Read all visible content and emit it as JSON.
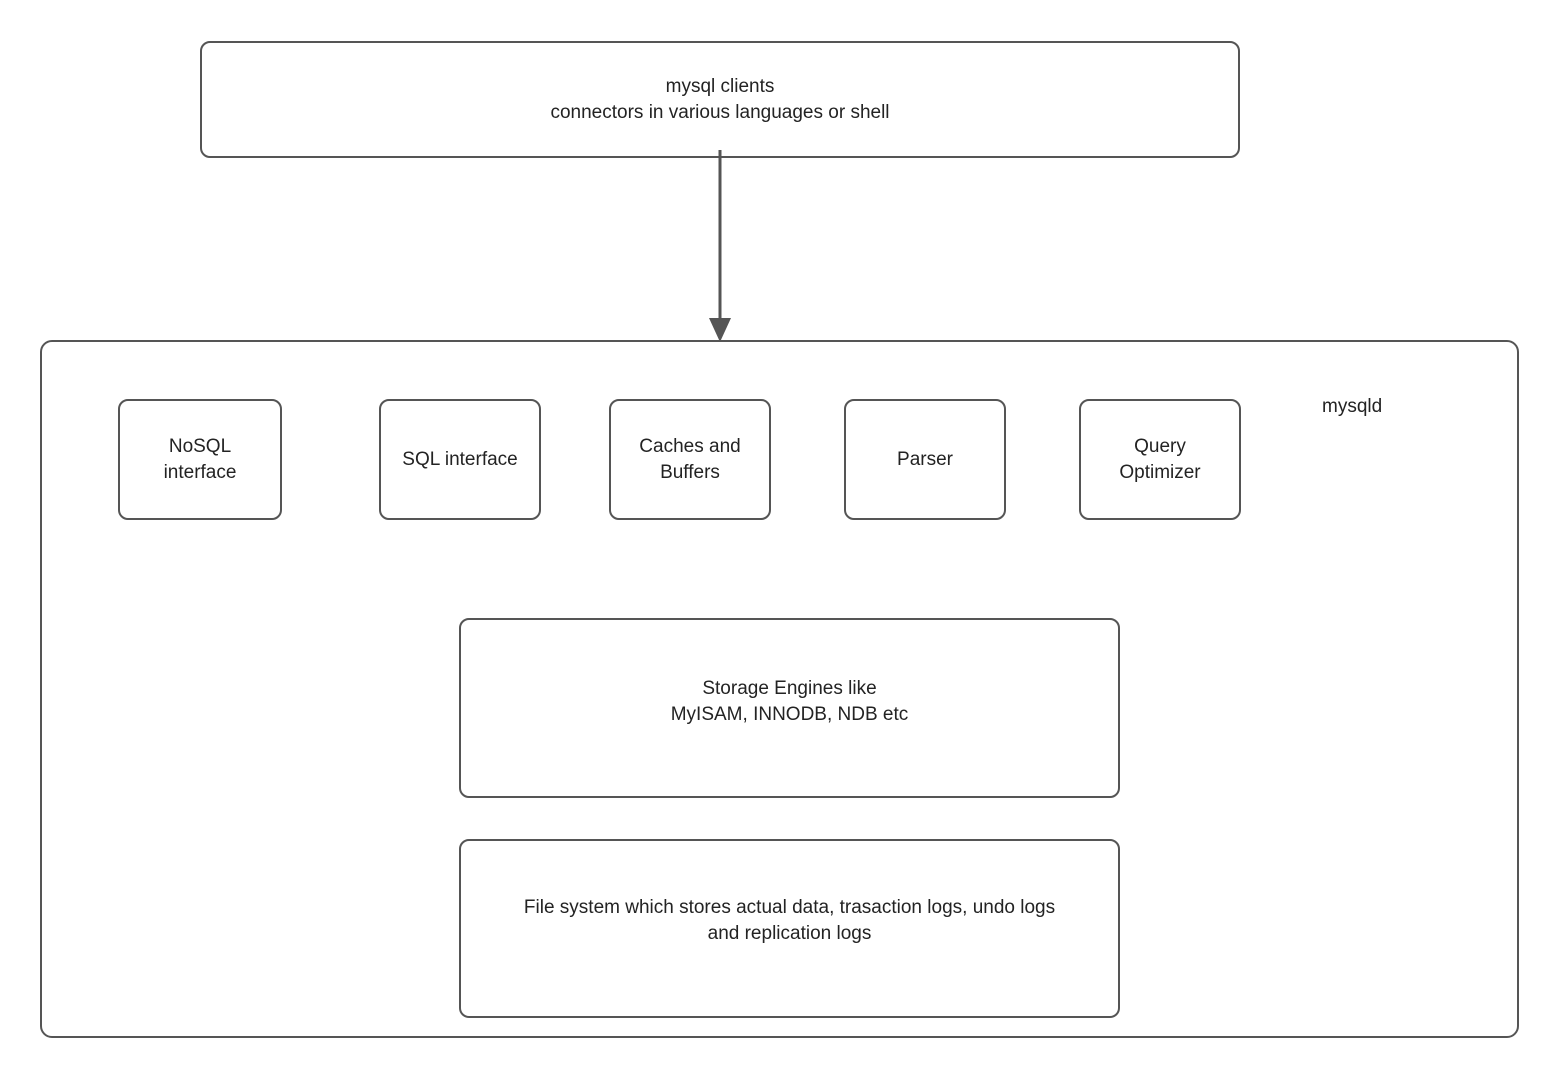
{
  "diagram": {
    "title": "MySQL server architecture diagram",
    "stroke_color": "#555555",
    "text_color": "#232323",
    "background_color": "#ffffff"
  },
  "clients": {
    "label": "mysql clients\nconnectors in various languages or shell"
  },
  "connector": {
    "label": "arrow from mysql clients to mysqld"
  },
  "server": {
    "label": "mysqld",
    "components": [
      {
        "label": "NoSQL\ninterface"
      },
      {
        "label": "SQL interface"
      },
      {
        "label": "Caches and\nBuffers"
      },
      {
        "label": "Parser"
      },
      {
        "label": "Query\nOptimizer"
      }
    ],
    "storage": {
      "label": "Storage Engines like\nMyISAM, INNODB, NDB etc"
    },
    "filesystem": {
      "label": "File system which stores actual data, trasaction logs, undo logs\nand replication logs"
    }
  }
}
